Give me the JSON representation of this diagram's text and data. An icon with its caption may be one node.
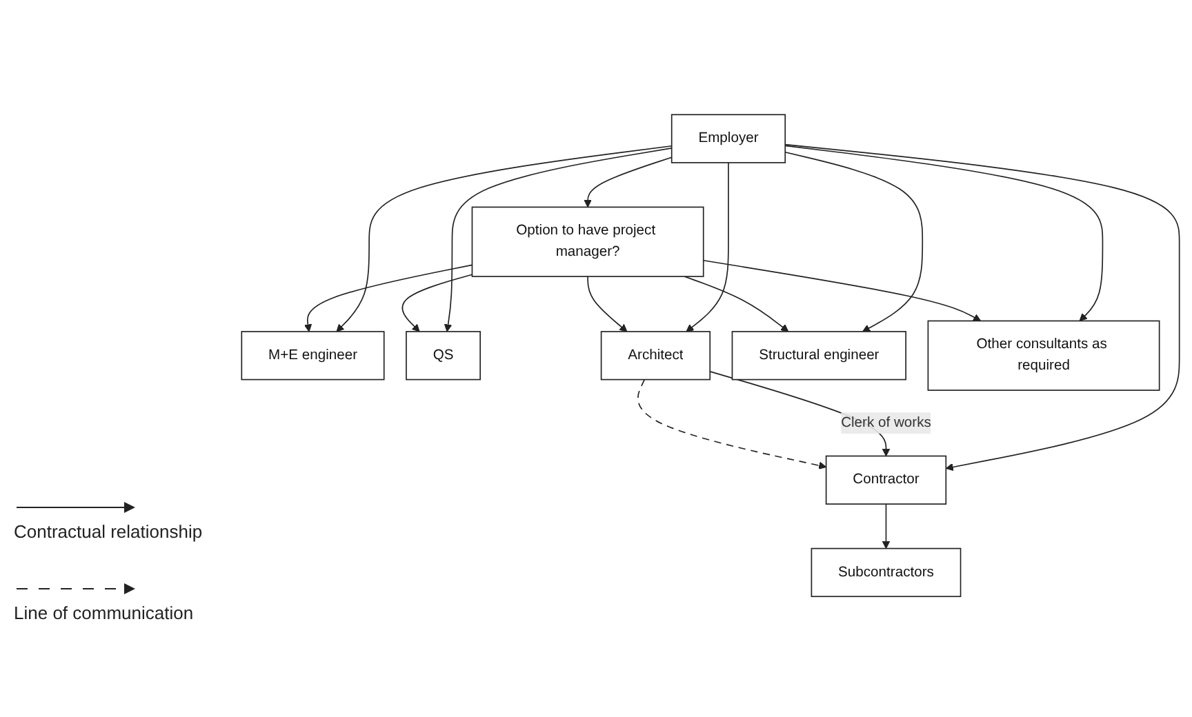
{
  "diagram": {
    "nodes": [
      {
        "text": [
          "Employer"
        ]
      },
      {
        "text": [
          "Option to have project manager?"
        ]
      },
      {
        "text": [
          "M+E engineer"
        ]
      },
      {
        "text": [
          "QS"
        ]
      },
      {
        "text": [
          "Architect"
        ]
      },
      {
        "text": [
          "Structural engineer"
        ]
      },
      {
        "text": [
          "Other consultants as required"
        ]
      },
      {
        "text": [
          "Contractor"
        ]
      },
      {
        "text": [
          "Subcontractors"
        ]
      }
    ],
    "edges": [
      {
        "from": 0,
        "to": 1,
        "arrow": "to"
      },
      {
        "from": 0,
        "to": 2,
        "arrow": "to"
      },
      {
        "from": 0,
        "to": 3,
        "arrow": "to"
      },
      {
        "from": 0,
        "to": 4,
        "arrow": "to"
      },
      {
        "from": 0,
        "to": 5,
        "arrow": "to"
      },
      {
        "from": 0,
        "to": 6,
        "arrow": "to"
      },
      {
        "from": 1,
        "to": 2,
        "arrow": "to"
      },
      {
        "from": 1,
        "to": 3,
        "arrow": "to"
      },
      {
        "from": 1,
        "to": 4,
        "arrow": "to"
      },
      {
        "from": 1,
        "to": 5,
        "arrow": "to"
      },
      {
        "from": 1,
        "to": 6,
        "arrow": "to"
      },
      {
        "from": 0,
        "to": 7,
        "arrow": "to"
      },
      {
        "from": 4,
        "to": 7,
        "label": "Clerk of works",
        "arrow": "to"
      },
      {
        "from": 4,
        "to": 7,
        "arrow": "to",
        "style": "dashed"
      },
      {
        "from": 7,
        "to": 8,
        "arrow": "to"
      }
    ],
    "legend": [
      {
        "text": "Contractual relationship"
      },
      {
        "text": "Line of communication"
      }
    ]
  }
}
